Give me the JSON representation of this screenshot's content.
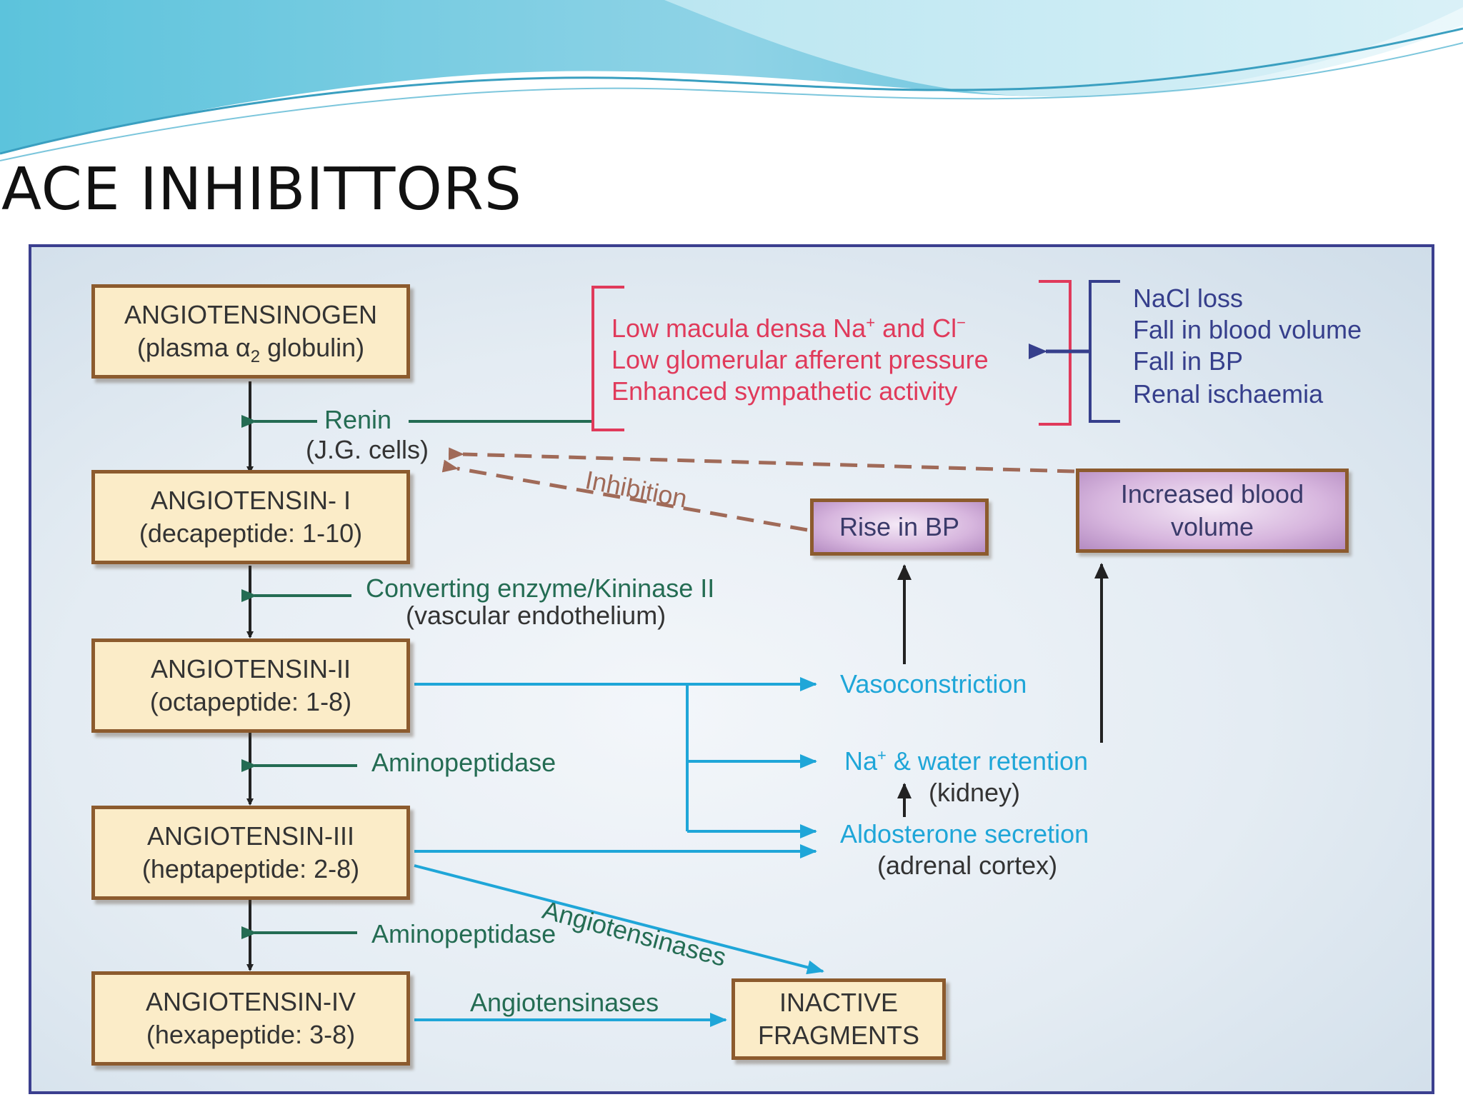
{
  "slide": {
    "title": "ACE INHIBITTORS"
  },
  "boxes": {
    "angiotensinogen": {
      "line1": "ANGIOTENSINOGEN",
      "line2_pre": "(plasma α",
      "line2_sub": "2",
      "line2_post": " globulin)"
    },
    "ang1": {
      "line1": "ANGIOTENSIN- I",
      "line2": "(decapeptide: 1-10)"
    },
    "ang2": {
      "line1": "ANGIOTENSIN-II",
      "line2": "(octapeptide: 1-8)"
    },
    "ang3": {
      "line1": "ANGIOTENSIN-III",
      "line2": "(heptapeptide: 2-8)"
    },
    "ang4": {
      "line1": "ANGIOTENSIN-IV",
      "line2": "(hexapeptide: 3-8)"
    },
    "inactive": {
      "line1": "INACTIVE",
      "line2": "FRAGMENTS"
    },
    "rise_bp": {
      "label": "Rise in BP"
    },
    "blood_volume": {
      "line1": "Increased blood",
      "line2": "volume"
    }
  },
  "enzymes": {
    "renin": "Renin",
    "jg_cells": "(J.G. cells)",
    "converting": "Converting enzyme/Kininase II",
    "vascular": "(vascular endothelium)",
    "aminopeptidase_1": "Aminopeptidase",
    "aminopeptidase_2": "Aminopeptidase",
    "angiotensinases_diag": "Angiotensinases",
    "angiotensinases_h": "Angiotensinases"
  },
  "stimuli": {
    "macula_pre": "Low macula densa Na",
    "macula_sup1": "+",
    "macula_mid": " and Cl",
    "macula_sup2": "−",
    "glomerular": "Low glomerular afferent pressure",
    "sympathetic": "Enhanced sympathetic activity"
  },
  "causes": [
    "NaCl loss",
    "Fall in blood volume",
    "Fall in BP",
    "Renal ischaemia"
  ],
  "effects": {
    "vasoconstriction": "Vasoconstriction",
    "na": "Na",
    "na_sup": "+",
    "water": " & water retention",
    "kidney": "(kidney)",
    "aldosterone": "Aldosterone secretion",
    "adrenal": "(adrenal cortex)"
  },
  "feedback": {
    "inhibition": "Inhibition"
  },
  "colors": {
    "green": "#246c53",
    "blue": "#1fa6d8",
    "red": "#e03a5b",
    "navy": "#363f8c",
    "brown_dash": "#a06a58",
    "box_fill": "#fbecc8",
    "box_border": "#8c5b2e"
  }
}
